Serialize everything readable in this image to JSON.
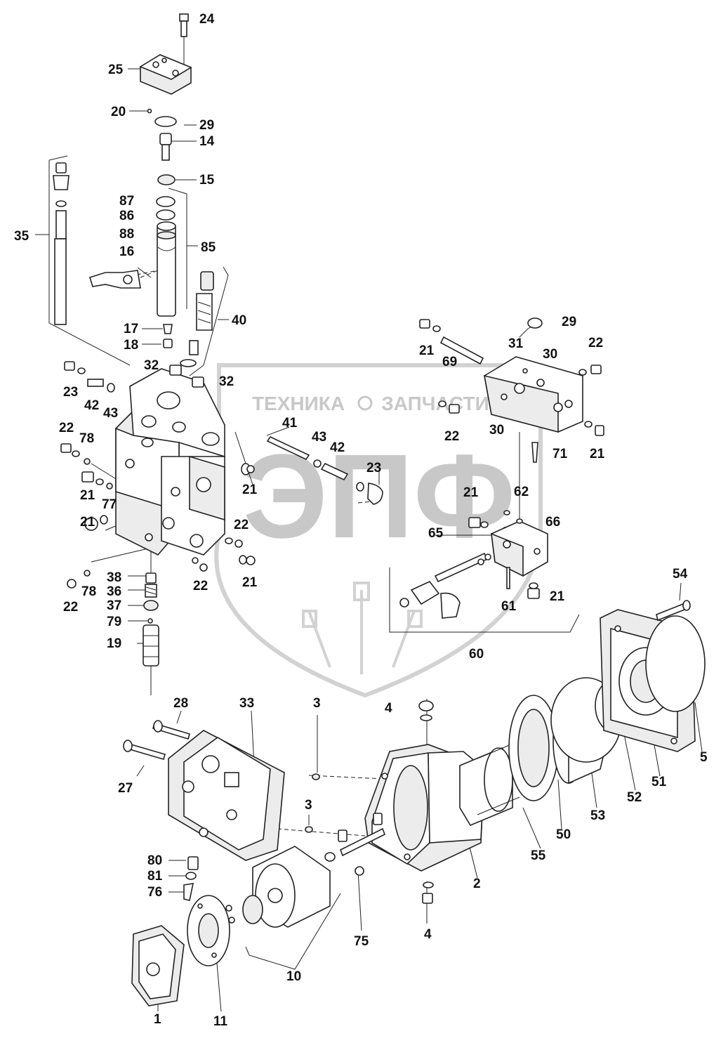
{
  "watermark": {
    "left_word": "ТЕХНИКА",
    "right_word": "ЗАПЧАСТИ",
    "logo_letters": "ЭПФ",
    "color": "#c8c8c8"
  },
  "callouts": {
    "c24": "24",
    "c25": "25",
    "c20": "20",
    "c29a": "29",
    "c14": "14",
    "c15": "15",
    "c87": "87",
    "c86": "86",
    "c88": "88",
    "c85": "85",
    "c35": "35",
    "c16": "16",
    "c40": "40",
    "c17": "17",
    "c18": "18",
    "c32a": "32",
    "c32b": "32",
    "c23a": "23",
    "c42a": "42",
    "c43a": "43",
    "c22a": "22",
    "c78a": "78",
    "c21a": "21",
    "c77": "77",
    "c21b": "21",
    "c41": "41",
    "c43b": "43",
    "c42b": "42",
    "c23b": "23",
    "c21c": "21",
    "c22b": "22",
    "c21d": "21",
    "c22c": "22",
    "c38": "38",
    "c36": "36",
    "c37": "37",
    "c79": "79",
    "c19": "19",
    "c22d": "22",
    "c78b": "78",
    "c29b": "29",
    "c21e": "21",
    "c69": "69",
    "c31": "31",
    "c30a": "30",
    "c22e": "22",
    "c30b": "30",
    "c22f": "22",
    "c21f": "21",
    "c71": "71",
    "c21g": "21",
    "c62": "62",
    "c66": "66",
    "c65": "65",
    "c61": "61",
    "c21h": "21",
    "c60": "60",
    "c54": "54",
    "c28": "28",
    "c33": "33",
    "c27": "27",
    "c3a": "3",
    "c3b": "3",
    "c4a": "4",
    "c4b": "4",
    "c80": "80",
    "c81": "81",
    "c76": "76",
    "c2": "2",
    "c55": "55",
    "c50": "50",
    "c53": "53",
    "c52": "52",
    "c51": "51",
    "c5": "5",
    "c75": "75",
    "c10": "10",
    "c1": "1",
    "c11": "11"
  }
}
